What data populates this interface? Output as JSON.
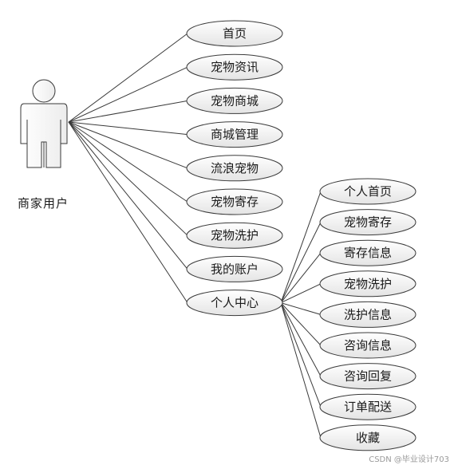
{
  "actor": {
    "label": "商家用户"
  },
  "main_use_cases": [
    "首页",
    "宠物资讯",
    "宠物商城",
    "商城管理",
    "流浪宠物",
    "宠物寄存",
    "宠物洗护",
    "我的账户",
    "个人中心"
  ],
  "personal_center_use_cases": [
    "个人首页",
    "宠物寄存",
    "寄存信息",
    "宠物洗护",
    "洗护信息",
    "咨询信息",
    "咨询回复",
    "订单配送",
    "收藏"
  ],
  "watermark": "CSDN @毕业设计703",
  "colors": {
    "stroke": "#3a3a3a",
    "ellipse_fill_top": "#ffffff",
    "ellipse_fill_bottom": "#e8e8e8",
    "text": "#1a1a1a"
  }
}
